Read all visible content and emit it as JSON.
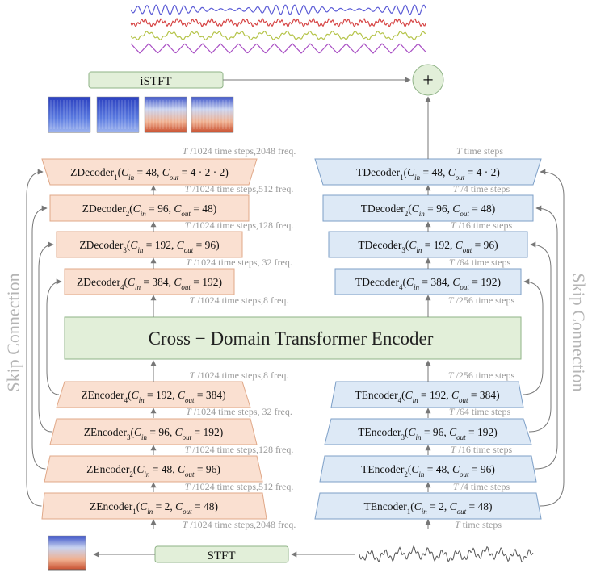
{
  "colors": {
    "z_fill": "#fae0d1",
    "z_stroke": "#e0a888",
    "t_fill": "#dde9f6",
    "t_stroke": "#7d9fc7",
    "green_fill": "#e2efd9",
    "green_stroke": "#8fb386",
    "arrow": "#777777",
    "annotation": "#9a9a9a",
    "wave_colors": [
      "#5b5bd6",
      "#d64545",
      "#b5c44a",
      "#a94fc4"
    ],
    "input_wave": "#555555"
  },
  "istft": {
    "label": "iSTFT"
  },
  "stft": {
    "label": "STFT"
  },
  "sum_symbol": "+",
  "transformer": {
    "label": "Cross − Domain Transformer Encoder"
  },
  "skip_label_left": "Skip Connection",
  "skip_label_right": "Skip Connection",
  "icons": {
    "output_waveforms": "four-stacked-waveforms",
    "output_spectrograms": "four-spectrogram-thumbnails",
    "input_spectrogram": "spectrogram-thumbnail",
    "input_waveform": "audio-waveform"
  },
  "z_decoders": [
    {
      "name": "ZDecoder",
      "sub": "1",
      "cin": "48",
      "cout": "4 · 2 · 2"
    },
    {
      "name": "ZDecoder",
      "sub": "2",
      "cin": "96",
      "cout": "48"
    },
    {
      "name": "ZDecoder",
      "sub": "3",
      "cin": "192",
      "cout": "96"
    },
    {
      "name": "ZDecoder",
      "sub": "4",
      "cin": "384",
      "cout": "192"
    }
  ],
  "t_decoders": [
    {
      "name": "TDecoder",
      "sub": "1",
      "cin": "48",
      "cout": "4 · 2"
    },
    {
      "name": "TDecoder",
      "sub": "2",
      "cin": "96",
      "cout": "48"
    },
    {
      "name": "TDecoder",
      "sub": "3",
      "cin": "192",
      "cout": "96"
    },
    {
      "name": "TDecoder",
      "sub": "4",
      "cin": "384",
      "cout": "192"
    }
  ],
  "z_encoders": [
    {
      "name": "ZEncoder",
      "sub": "4",
      "cin": "192",
      "cout": "384"
    },
    {
      "name": "ZEncoder",
      "sub": "3",
      "cin": "96",
      "cout": "192"
    },
    {
      "name": "ZEncoder",
      "sub": "2",
      "cin": "48",
      "cout": "96"
    },
    {
      "name": "ZEncoder",
      "sub": "1",
      "cin": "2",
      "cout": "48"
    }
  ],
  "t_encoders": [
    {
      "name": "TEncoder",
      "sub": "4",
      "cin": "192",
      "cout": "384"
    },
    {
      "name": "TEncoder",
      "sub": "3",
      "cin": "96",
      "cout": "192"
    },
    {
      "name": "TEncoder",
      "sub": "2",
      "cin": "48",
      "cout": "96"
    },
    {
      "name": "TEncoder",
      "sub": "1",
      "cin": "2",
      "cout": "48"
    }
  ],
  "z_annotations": [
    "T /1024 time steps,2048 freq.",
    "T /1024 time steps,512 freq.",
    "T /1024 time steps,128 freq.",
    "T /1024 time steps, 32 freq.",
    "T /1024 time steps,8 freq.",
    "T /1024 time steps,8 freq.",
    "T /1024 time steps, 32 freq.",
    "T /1024 time steps,128 freq.",
    "T /1024 time steps,512 freq.",
    "T /1024 time steps,2048 freq."
  ],
  "t_annotations": [
    "T time steps",
    "T /4 time steps",
    "T /16 time steps",
    "T /64 time steps",
    "T /256 time steps",
    "T /256 time steps",
    "T /64 time steps",
    "T /16 time steps",
    "T /4 time steps",
    "T time steps"
  ]
}
